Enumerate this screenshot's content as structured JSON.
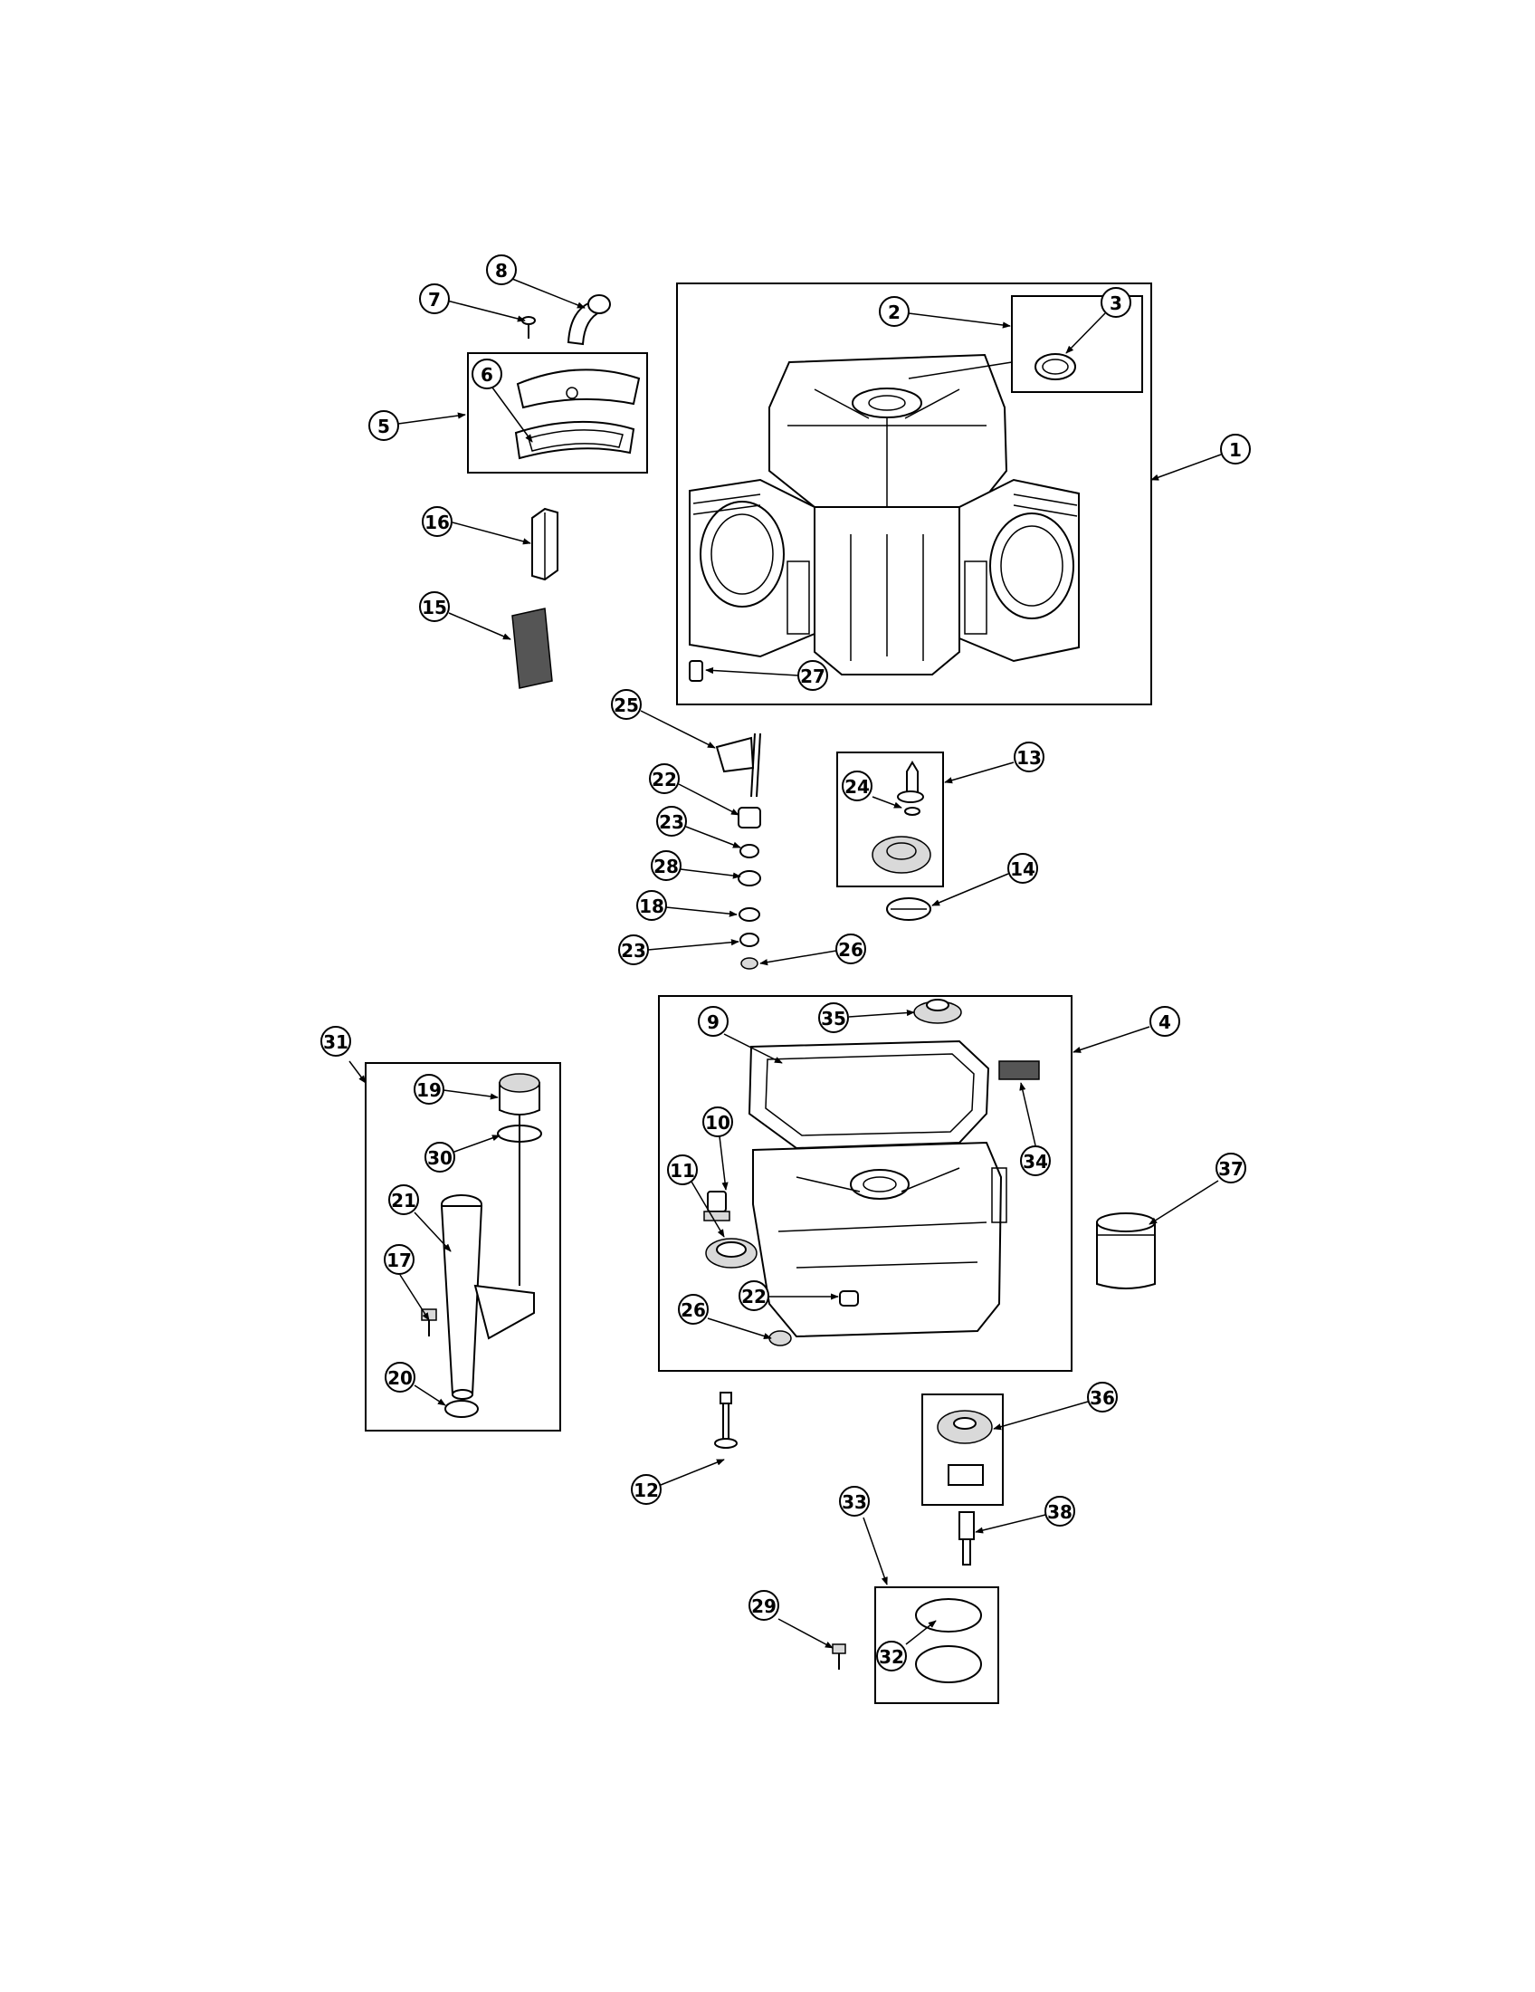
{
  "callouts": [
    {
      "id": "1",
      "label": "1"
    },
    {
      "id": "2",
      "label": "2"
    },
    {
      "id": "3",
      "label": "3"
    },
    {
      "id": "4",
      "label": "4"
    },
    {
      "id": "5",
      "label": "5"
    },
    {
      "id": "6",
      "label": "6"
    },
    {
      "id": "7",
      "label": "7"
    },
    {
      "id": "8",
      "label": "8"
    },
    {
      "id": "9",
      "label": "9"
    },
    {
      "id": "10",
      "label": "10"
    },
    {
      "id": "11",
      "label": "11"
    },
    {
      "id": "12",
      "label": "12"
    },
    {
      "id": "13",
      "label": "13"
    },
    {
      "id": "14",
      "label": "14"
    },
    {
      "id": "15",
      "label": "15"
    },
    {
      "id": "16",
      "label": "16"
    },
    {
      "id": "17",
      "label": "17"
    },
    {
      "id": "18",
      "label": "18"
    },
    {
      "id": "19",
      "label": "19"
    },
    {
      "id": "20",
      "label": "20"
    },
    {
      "id": "21",
      "label": "21"
    },
    {
      "id": "22a",
      "label": "22"
    },
    {
      "id": "22b",
      "label": "22"
    },
    {
      "id": "23a",
      "label": "23"
    },
    {
      "id": "23b",
      "label": "23"
    },
    {
      "id": "24",
      "label": "24"
    },
    {
      "id": "25",
      "label": "25"
    },
    {
      "id": "26a",
      "label": "26"
    },
    {
      "id": "26b",
      "label": "26"
    },
    {
      "id": "27",
      "label": "27"
    },
    {
      "id": "28",
      "label": "28"
    },
    {
      "id": "29",
      "label": "29"
    },
    {
      "id": "30",
      "label": "30"
    },
    {
      "id": "31",
      "label": "31"
    },
    {
      "id": "32",
      "label": "32"
    },
    {
      "id": "33",
      "label": "33"
    },
    {
      "id": "34",
      "label": "34"
    },
    {
      "id": "35",
      "label": "35"
    },
    {
      "id": "36",
      "label": "36"
    },
    {
      "id": "37",
      "label": "37"
    },
    {
      "id": "38",
      "label": "38"
    }
  ]
}
